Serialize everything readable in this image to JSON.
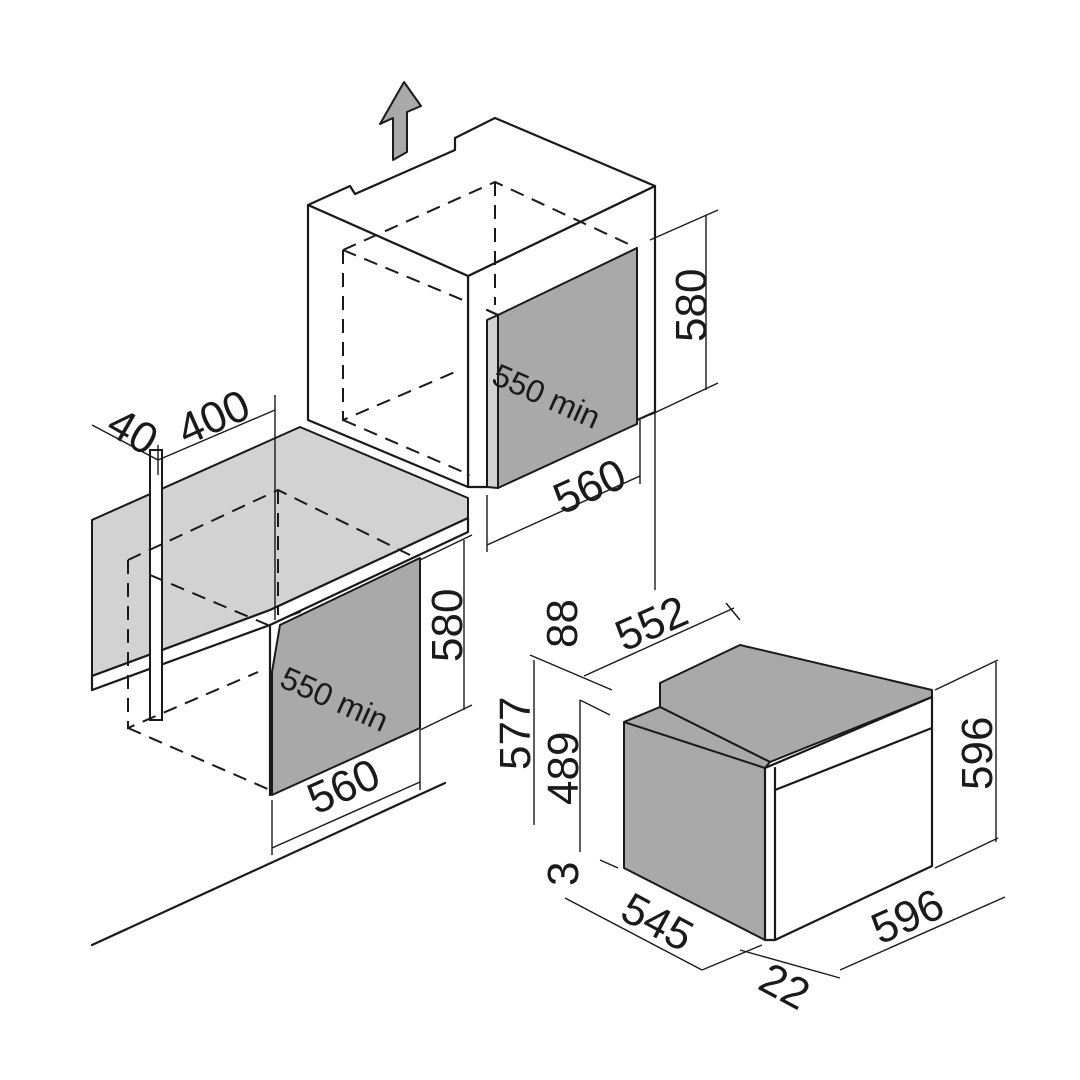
{
  "colors": {
    "line": "#1a1a1a",
    "panel_dark": "#a9a9a9",
    "panel_light": "#d2d2d2",
    "background": "#ffffff"
  },
  "icons": {
    "vent_arrow": "up-arrow-icon"
  },
  "tall_unit": {
    "height_label": "580",
    "depth_label": "550 min",
    "width_label": "560"
  },
  "under_counter": {
    "gap_label": "40",
    "offset_label": "400",
    "height_label": "580",
    "depth_label": "550 min",
    "width_label": "560"
  },
  "oven": {
    "top_label": "88",
    "depth_top_label": "552",
    "body_height_label": "577",
    "inner_height_label": "489",
    "bottom_label": "3",
    "height_label": "596",
    "depth_label": "545",
    "width_label": "596",
    "door_label": "22"
  }
}
